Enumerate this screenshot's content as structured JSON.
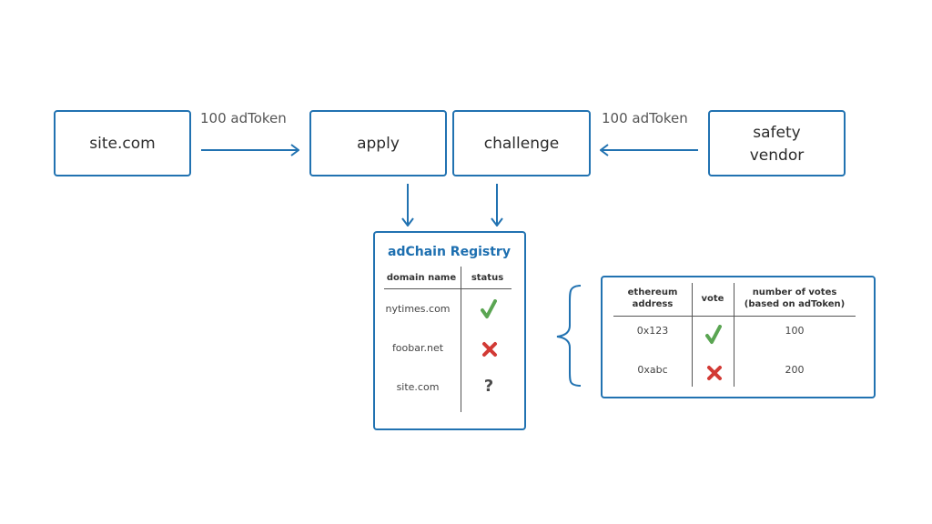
{
  "flow": {
    "site_box": "site.com",
    "apply_box": "apply",
    "challenge_box": "challenge",
    "vendor_box_line1": "safety",
    "vendor_box_line2": "vendor",
    "left_token_label": "100 adToken",
    "right_token_label": "100 adToken"
  },
  "registry": {
    "title": "adChain Registry",
    "columns": [
      "domain name",
      "status"
    ],
    "rows": [
      {
        "domain": "nytimes.com",
        "status": "check-icon"
      },
      {
        "domain": "foobar.net",
        "status": "cross-icon"
      },
      {
        "domain": "site.com",
        "status": "question-icon",
        "status_text": "?"
      }
    ]
  },
  "votes": {
    "columns": [
      "ethereum address",
      "vote",
      "number of votes (based on adToken)"
    ],
    "col_header_lines": {
      "address": [
        "ethereum",
        "address"
      ],
      "vote": [
        "vote"
      ],
      "count": [
        "number of votes",
        "(based on adToken)"
      ]
    },
    "rows": [
      {
        "address": "0x123",
        "vote": "check-icon",
        "count": "100"
      },
      {
        "address": "0xabc",
        "vote": "cross-icon",
        "count": "200"
      }
    ]
  },
  "colors": {
    "accent": "#2172b1",
    "check": "#5aa552",
    "cross": "#d23a35"
  }
}
